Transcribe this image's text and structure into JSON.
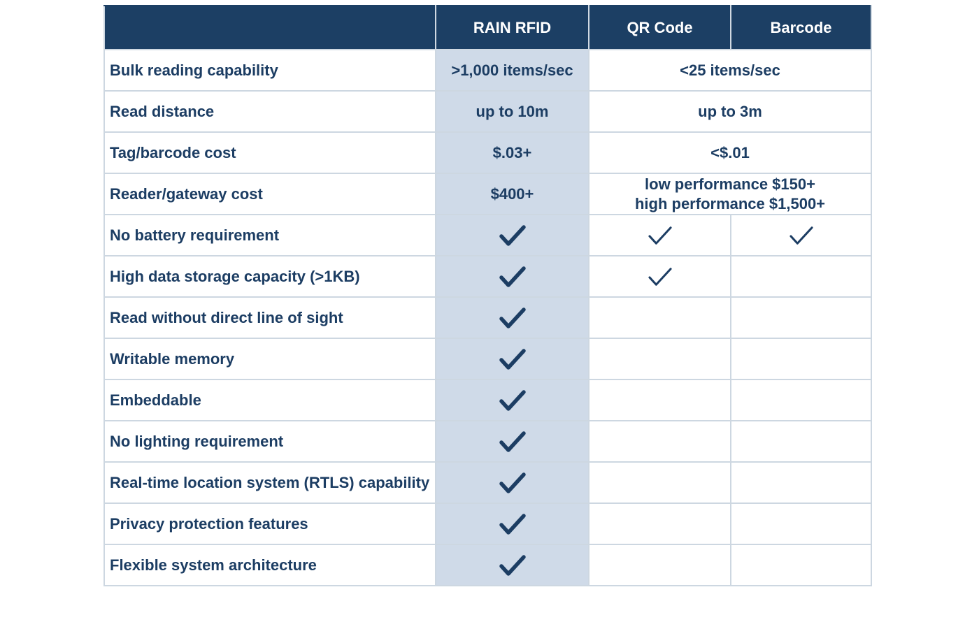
{
  "chart_data": {
    "type": "table",
    "columns": [
      "",
      "RAIN RFID",
      "QR Code",
      "Barcode"
    ],
    "rows": [
      {
        "feature": "Bulk reading capability",
        "rfid": ">1,000 items/sec",
        "shared": "<25 items/sec"
      },
      {
        "feature": "Read distance",
        "rfid": "up to 10m",
        "shared": "up to 3m"
      },
      {
        "feature": "Tag/barcode cost",
        "rfid": "$.03+",
        "shared": "<$.01"
      },
      {
        "feature": "Reader/gateway cost",
        "rfid": "$400+",
        "shared_lines": [
          "low performance $150+",
          "high performance $1,500+"
        ]
      },
      {
        "feature": "No battery requirement",
        "rfid_check": true,
        "qr_check": true,
        "barcode_check": true
      },
      {
        "feature": "High data storage capacity (>1KB)",
        "rfid_check": true,
        "qr_check": true,
        "barcode_check": false
      },
      {
        "feature": "Read without direct line of sight",
        "rfid_check": true,
        "qr_check": false,
        "barcode_check": false
      },
      {
        "feature": "Writable memory",
        "rfid_check": true,
        "qr_check": false,
        "barcode_check": false
      },
      {
        "feature": "Embeddable",
        "rfid_check": true,
        "qr_check": false,
        "barcode_check": false
      },
      {
        "feature": "No lighting requirement",
        "rfid_check": true,
        "qr_check": false,
        "barcode_check": false
      },
      {
        "feature": "Real-time location system (RTLS) capability",
        "rfid_check": true,
        "qr_check": false,
        "barcode_check": false
      },
      {
        "feature": "Privacy protection features",
        "rfid_check": true,
        "qr_check": false,
        "barcode_check": false
      },
      {
        "feature": "Flexible system architecture",
        "rfid_check": true,
        "qr_check": false,
        "barcode_check": false
      }
    ]
  },
  "colors": {
    "header_bg": "#1c3f64",
    "rfid_column_bg": "#cfdae8",
    "text": "#1c3d63",
    "grid": "#cdd7e1"
  },
  "icons": {
    "check": "checkmark-icon"
  }
}
